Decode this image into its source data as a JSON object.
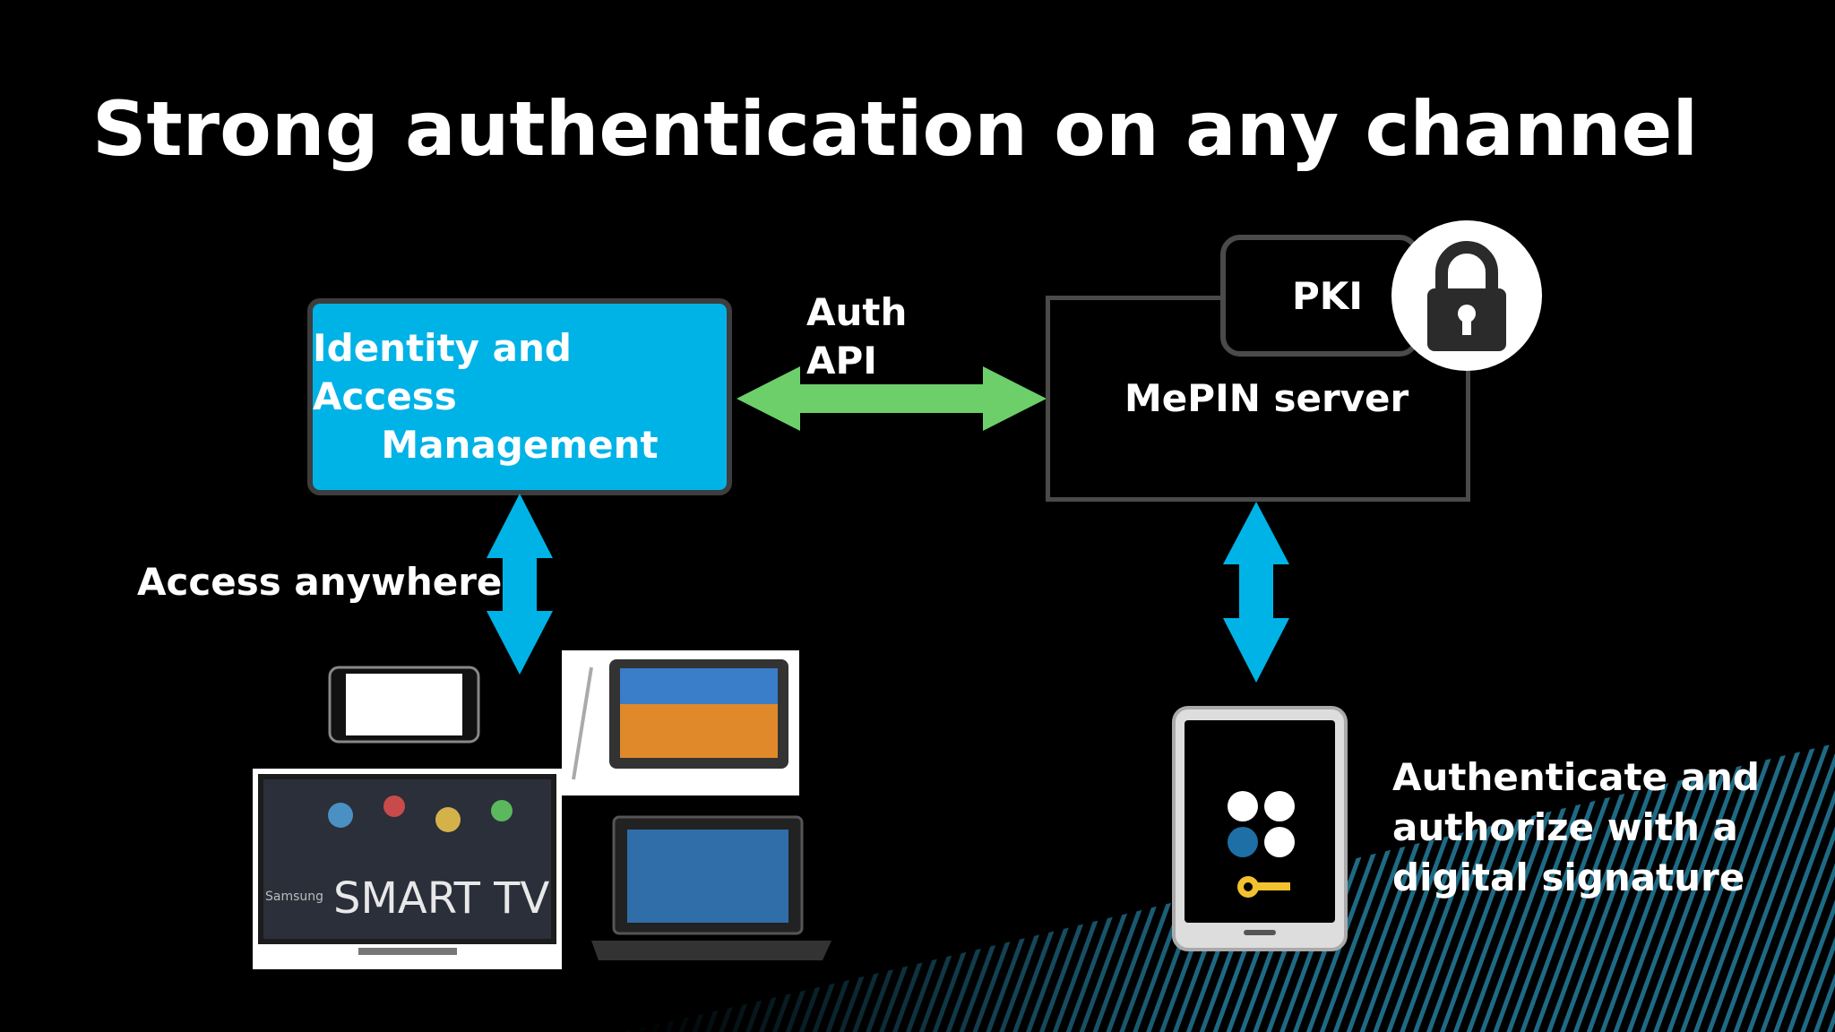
{
  "title": "Strong authentication on any channel",
  "iam": {
    "line1": "Identity and Access",
    "line2": "Management"
  },
  "auth_api": {
    "line1": "Auth",
    "line2": "API"
  },
  "server": {
    "label": "MePIN server",
    "pki": "PKI"
  },
  "access_label": "Access anywhere",
  "devices": {
    "smart_tv_text": "SMART TV",
    "tv_brand": "Samsung"
  },
  "authenticate": {
    "line1": "Authenticate and",
    "line2": "authorize with a",
    "line3": "digital signature"
  },
  "colors": {
    "accent_blue": "#00b3e6",
    "arrow_green": "#6ccf6a",
    "box_border": "#4a4a4a"
  },
  "icons": [
    "lock-icon",
    "smartphone-icon",
    "tablet-icon",
    "smart-tv-icon",
    "laptop-icon",
    "mepin-tablet-icon",
    "key-icon"
  ]
}
